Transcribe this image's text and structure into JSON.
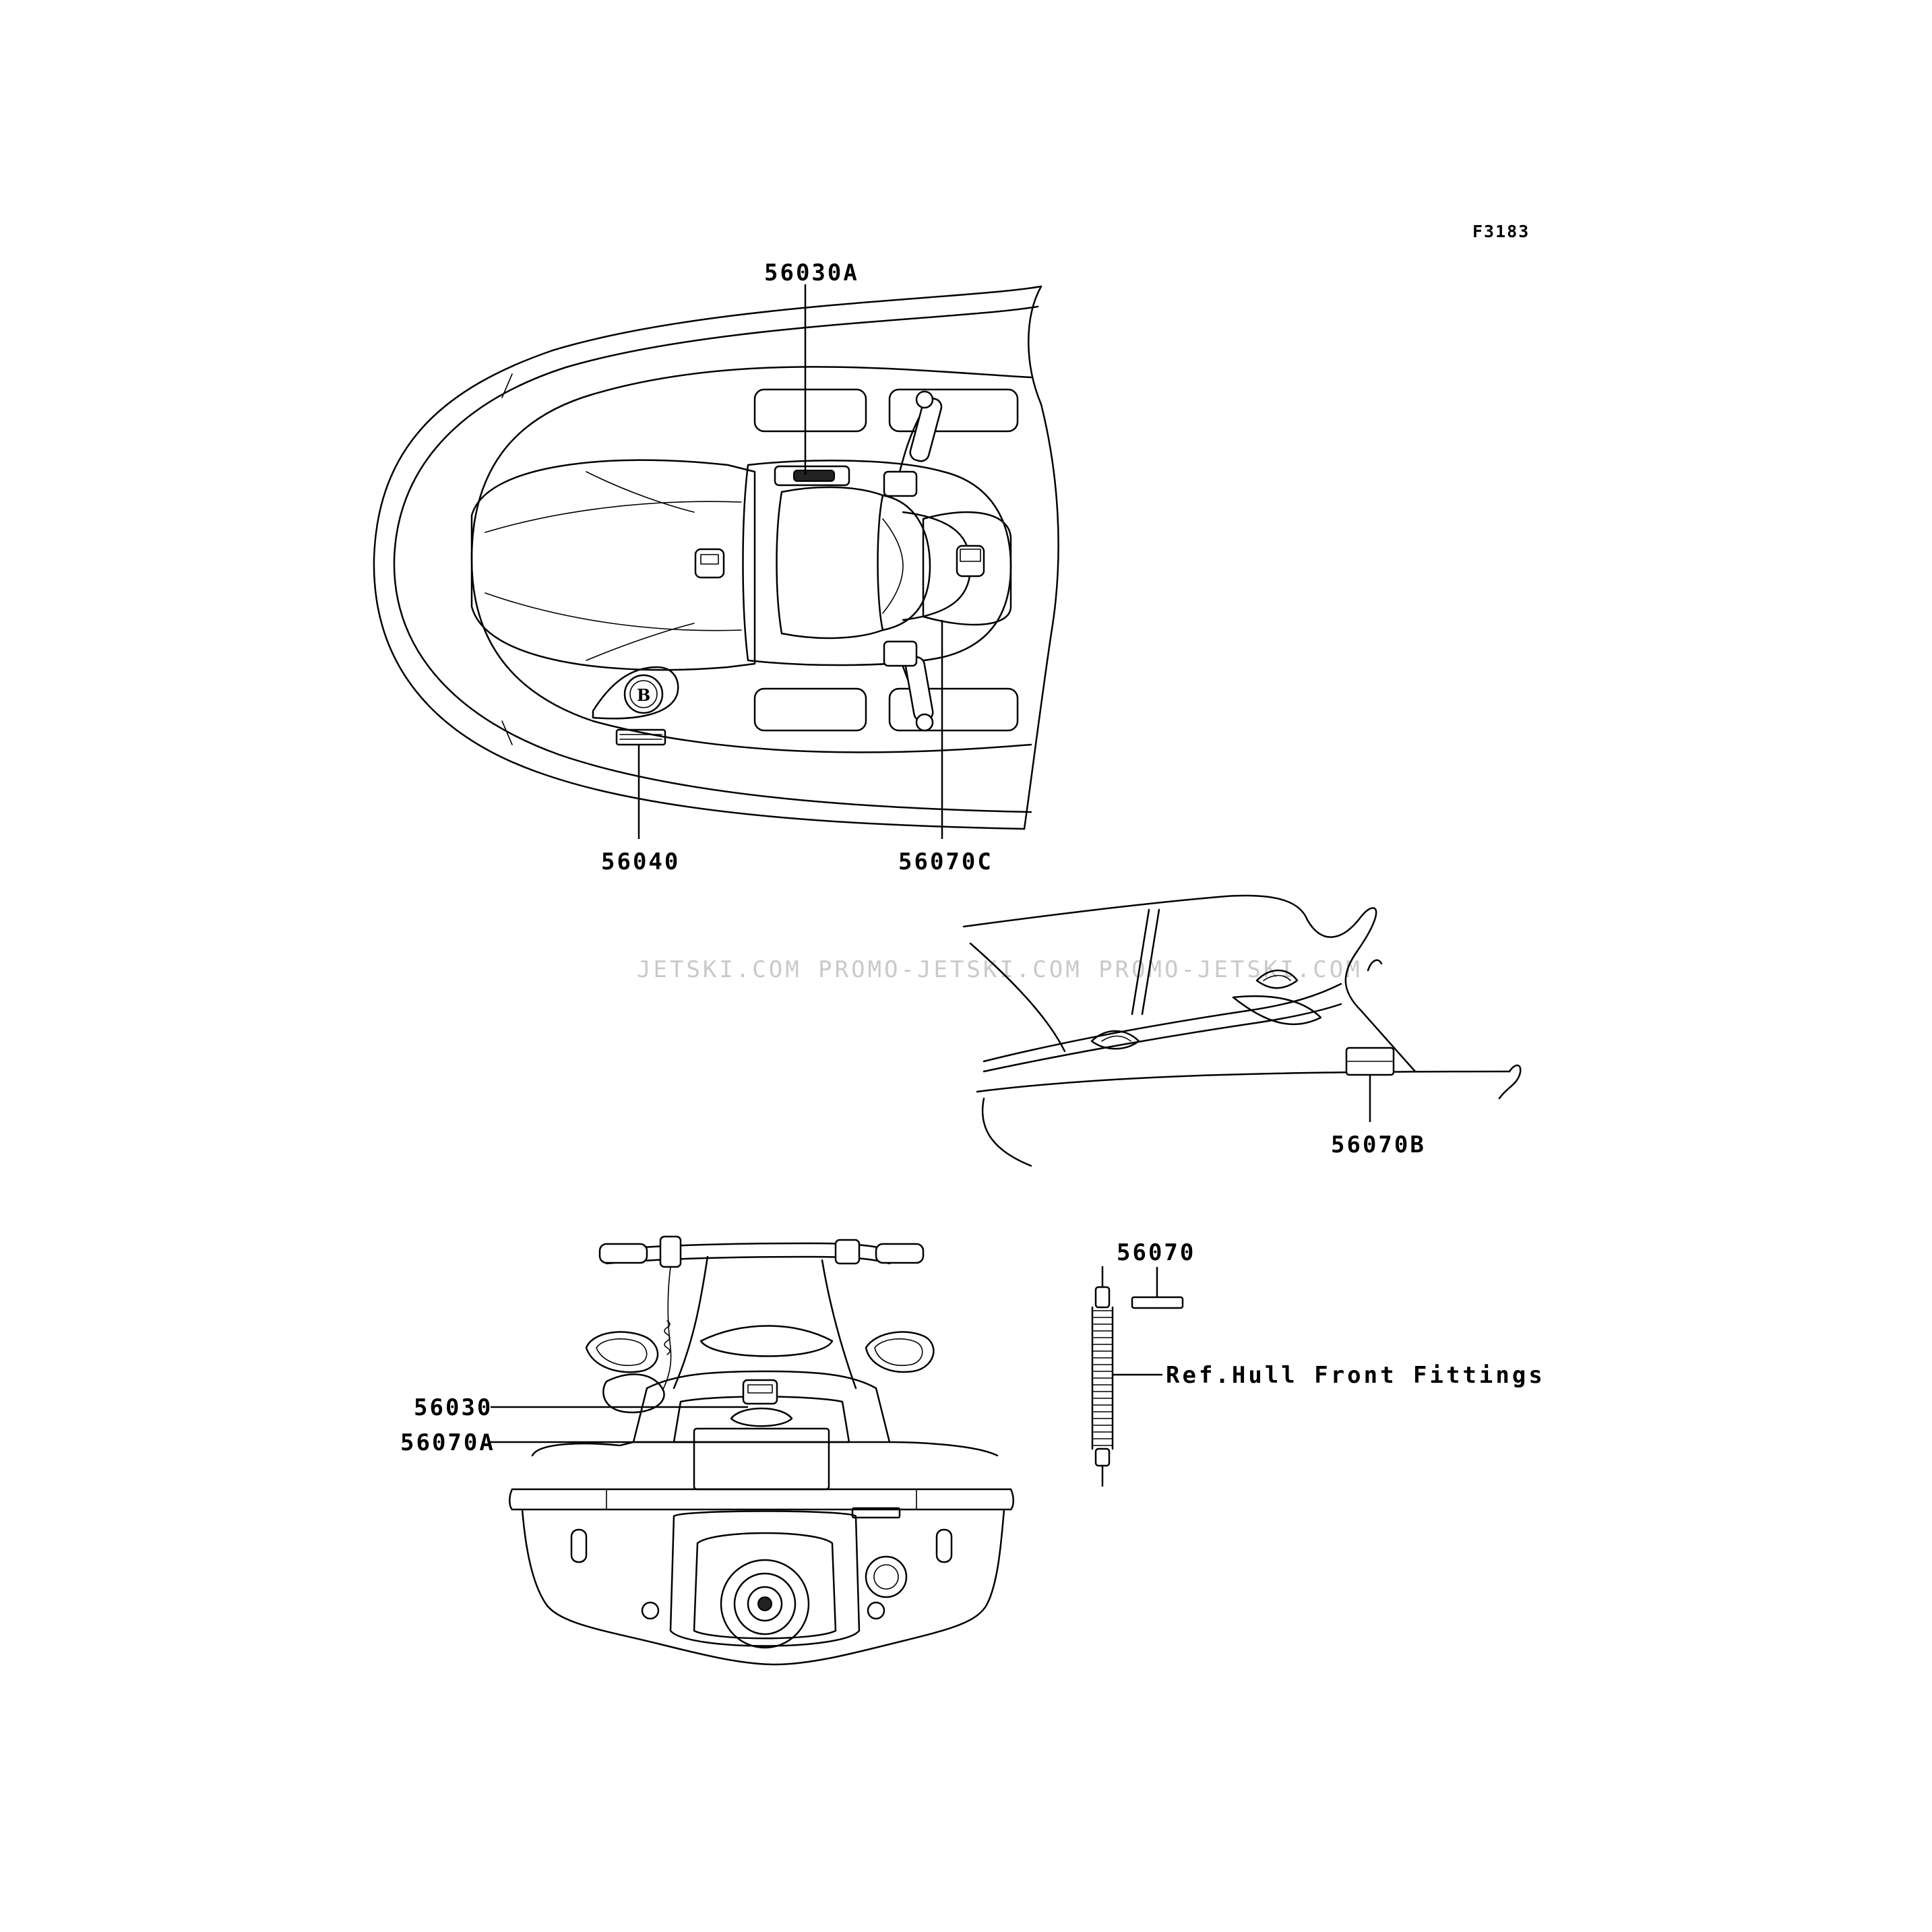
{
  "figure_code": "F3183",
  "watermark": "JETSKI.COM  PROMO-JETSKI.COM  PROMO-JETSKI.COM",
  "callouts": {
    "p56030A": "56030A",
    "p56040": "56040",
    "p56070C": "56070C",
    "p56070B": "56070B",
    "p56070": "56070",
    "p56030": "56030",
    "p56070A": "56070A"
  },
  "reference_note": "Ref.Hull Front Fittings"
}
